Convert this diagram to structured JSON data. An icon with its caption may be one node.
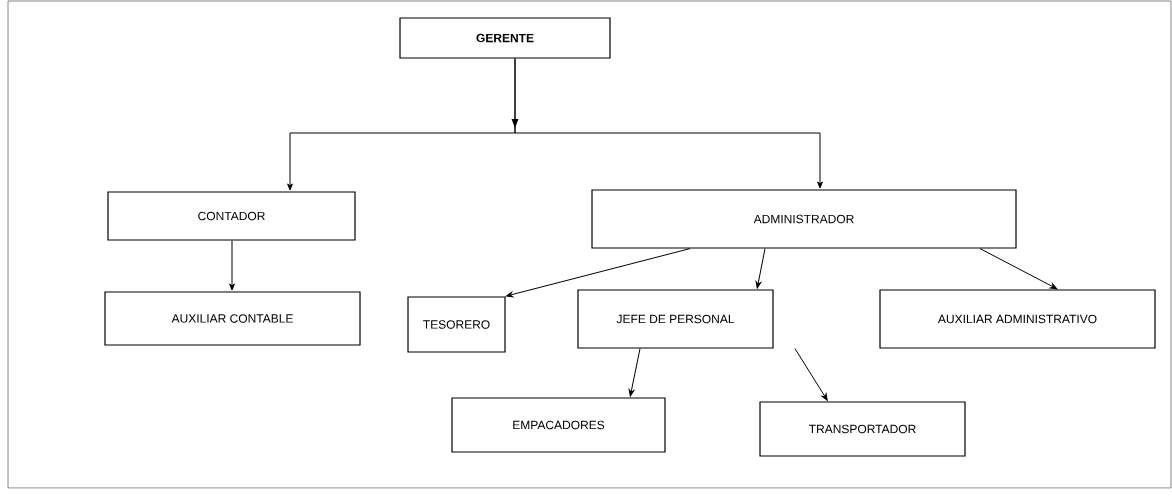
{
  "diagram": {
    "nodes": [
      {
        "text": [
          "GERENTE"
        ]
      },
      {
        "text": [
          "CONTADOR"
        ]
      },
      {
        "text": [
          "ADMINISTRADOR"
        ]
      },
      {
        "text": [
          "AUXILIAR CONTABLE"
        ]
      },
      {
        "text": [
          "TESORERO"
        ]
      },
      {
        "text": [
          "JEFE DE PERSONAL"
        ]
      },
      {
        "text": [
          "AUXILIAR ADMINISTRATIVO"
        ]
      },
      {
        "text": [
          "EMPACADORES"
        ]
      },
      {
        "text": [
          "TRANSPORTADOR"
        ]
      }
    ],
    "edges": [
      {
        "from": 0,
        "to": 1,
        "arrow": "to"
      },
      {
        "from": 0,
        "to": 2,
        "arrow": "to"
      },
      {
        "from": 1,
        "to": 3,
        "arrow": "to"
      },
      {
        "from": 2,
        "to": 4,
        "arrow": "to"
      },
      {
        "from": 2,
        "to": 5,
        "arrow": "to"
      },
      {
        "from": 2,
        "to": 6,
        "arrow": "to"
      },
      {
        "from": 5,
        "to": 7,
        "arrow": "to"
      },
      {
        "from": 5,
        "to": 8,
        "arrow": "to"
      }
    ]
  }
}
